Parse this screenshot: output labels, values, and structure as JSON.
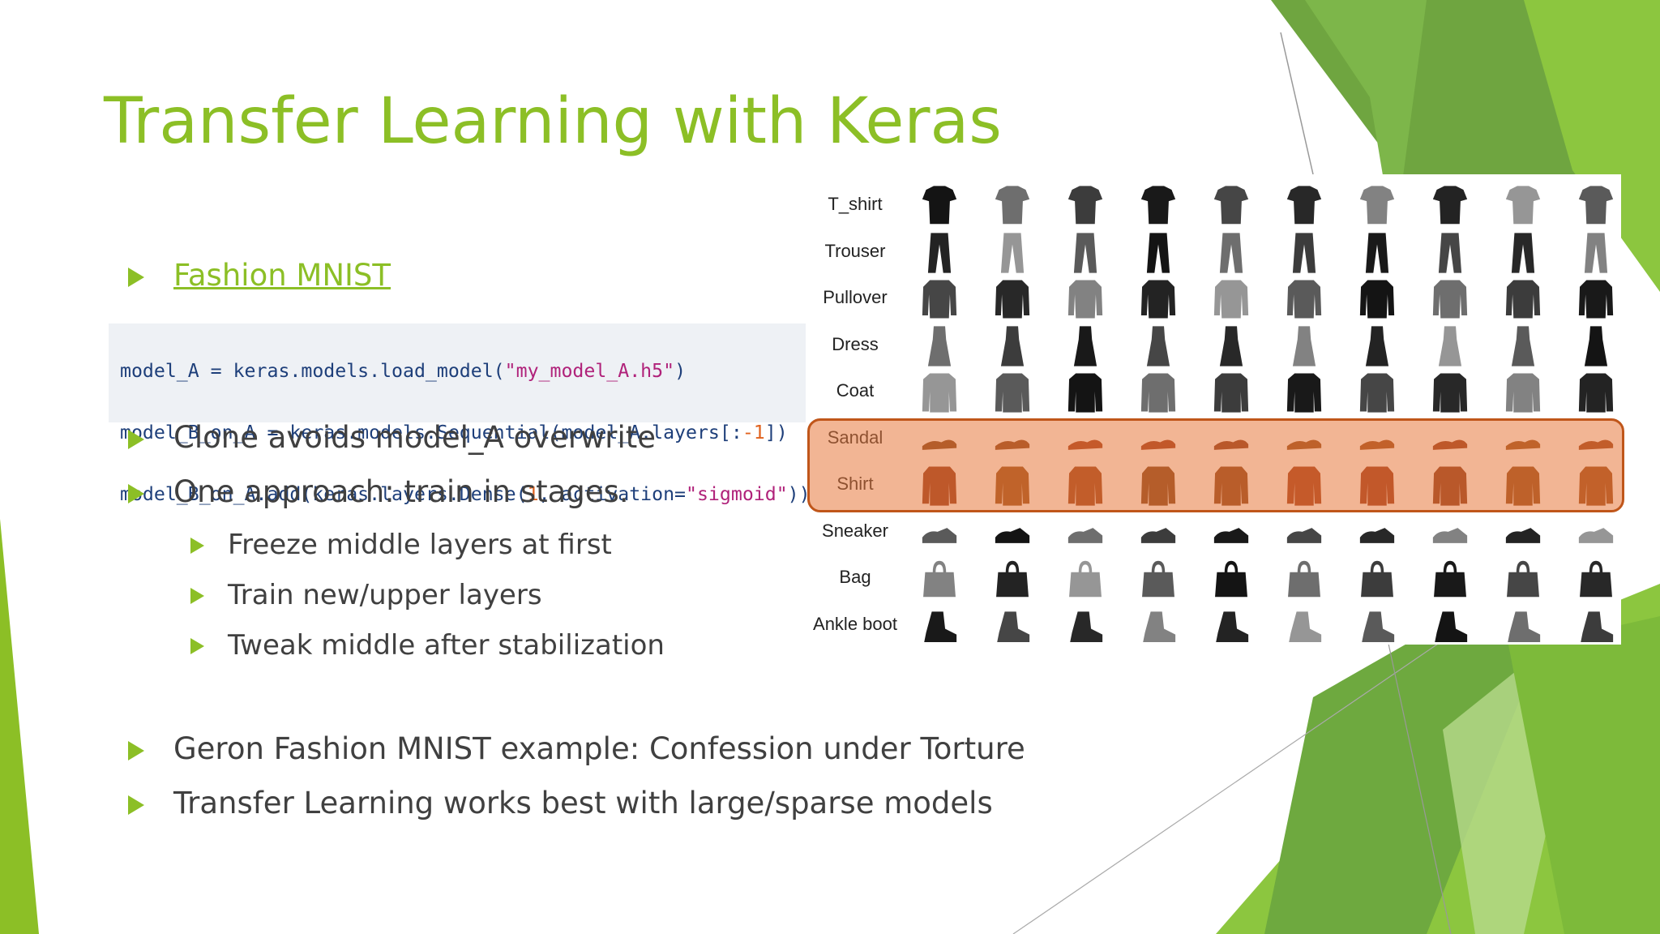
{
  "slide": {
    "title": "Transfer Learning with Keras",
    "link_text": "Fashion MNIST",
    "code_lines": [
      [
        "model_A = keras.models.load_model(",
        "\"my_model_A.h5\"",
        ")"
      ],
      [
        "model_B_on_A = keras.models.Sequential(model_A.layers[:",
        "-1",
        "])"
      ],
      [
        "model_B_on_A.add(keras.layers.Dense(",
        "1",
        ", activation=",
        "\"sigmoid\"",
        "))"
      ]
    ],
    "bullets": [
      "Clone avoids model_A overwrite",
      "One approach: train in stages.",
      "Geron Fashion MNIST example: Confession under Torture",
      "Transfer Learning works best with large/sparse models"
    ],
    "sub_bullets": [
      "Freeze middle layers at first",
      "Train new/upper layers",
      "Tweak middle after stabilization"
    ]
  },
  "figure": {
    "classes": [
      "T_shirt",
      "Trouser",
      "Pullover",
      "Dress",
      "Coat",
      "Sandal",
      "Shirt",
      "Sneaker",
      "Bag",
      "Ankle boot"
    ],
    "highlighted_classes": [
      "Sandal",
      "Shirt"
    ],
    "samples_per_class": 10
  },
  "theme": {
    "accent": "#8cbf26",
    "accent_dark": "#5f9c24",
    "text": "#404040",
    "highlight_fill": "#f0a070",
    "highlight_border": "#c0561a"
  }
}
